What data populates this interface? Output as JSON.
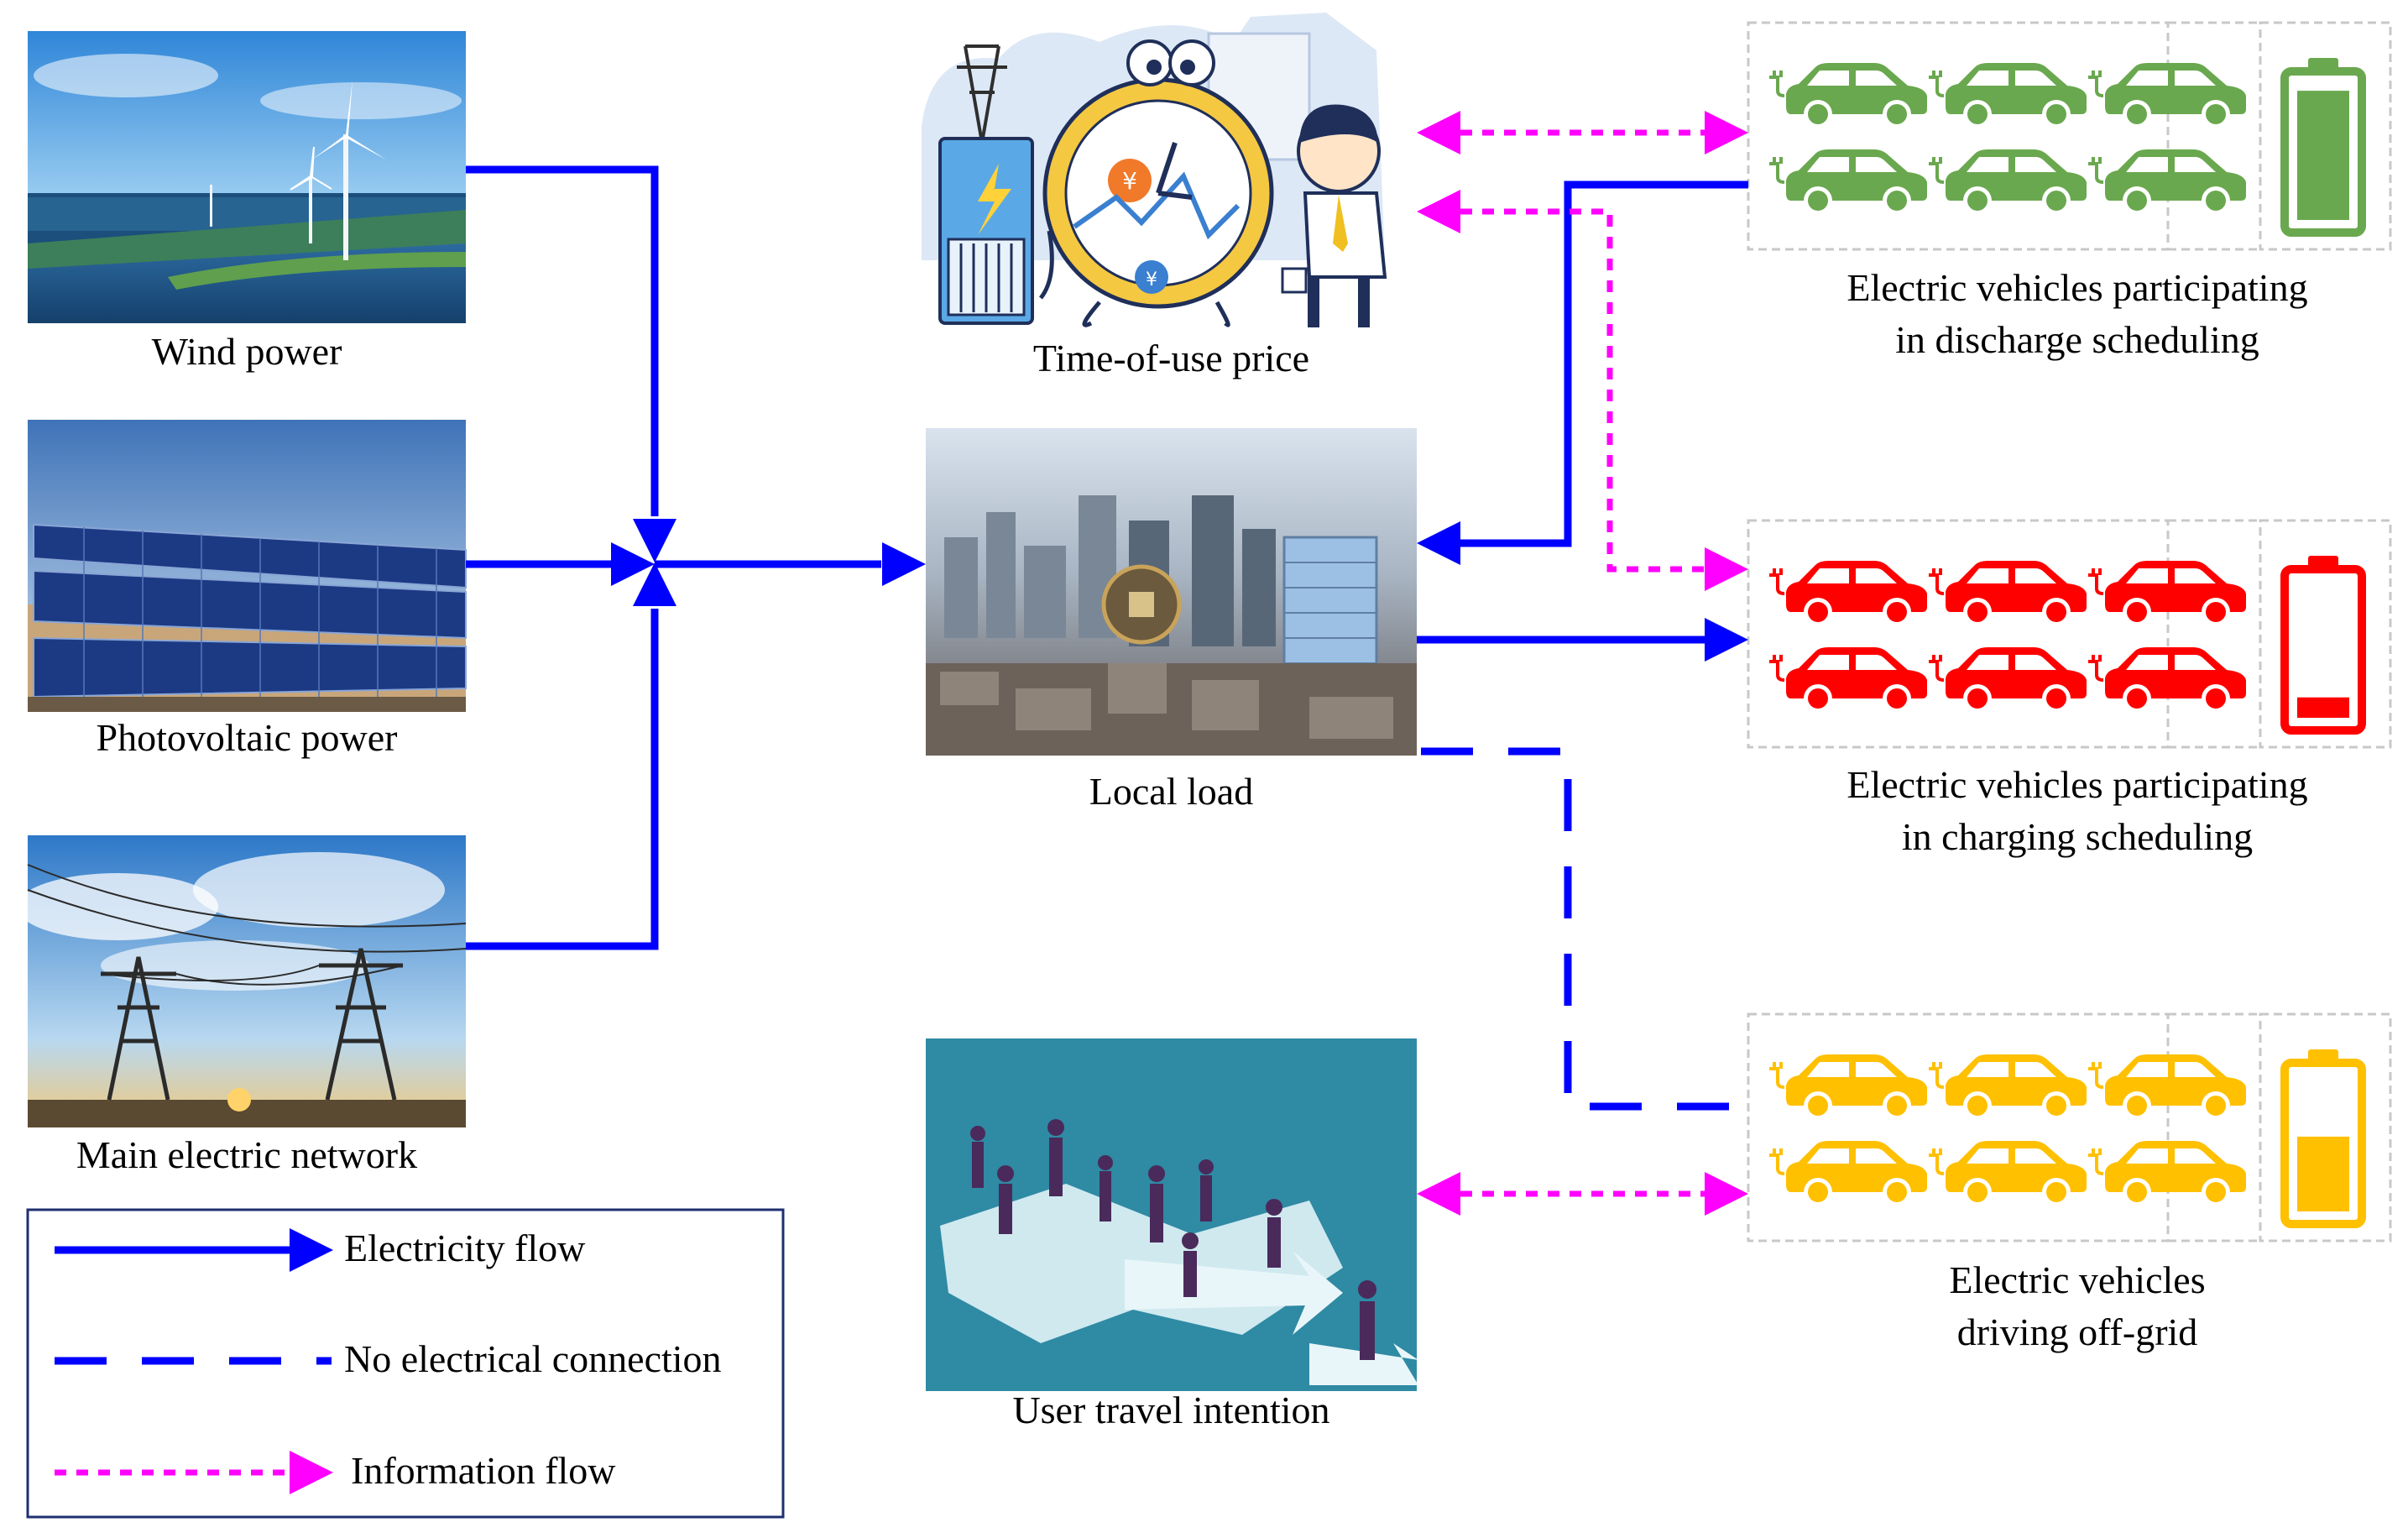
{
  "sources": {
    "wind": "Wind power",
    "pv": "Photovoltaic power",
    "grid": "Main electric network"
  },
  "center": {
    "price": "Time-of-use price",
    "load": "Local load",
    "travel": "User travel intention",
    "currency_symbol": "¥"
  },
  "ev_groups": {
    "discharge": {
      "line1": "Electric vehicles participating",
      "line2": "in discharge scheduling",
      "color": "#6aa84f",
      "battery_level": 0.95
    },
    "charging": {
      "line1": "Electric vehicles participating",
      "line2": "in charging scheduling",
      "color": "#ff0000",
      "battery_level": 0.15
    },
    "offgrid": {
      "line1": "Electric vehicles",
      "line2": "driving off-grid",
      "color": "#ffc000",
      "battery_level": 0.55
    }
  },
  "legend": {
    "electricity": "Electricity flow",
    "no_connection": "No electrical connection",
    "information": "Information flow"
  },
  "colors": {
    "electricity": "#0000ff",
    "information": "#ff00ff",
    "legend_border": "#1f2f6f"
  }
}
